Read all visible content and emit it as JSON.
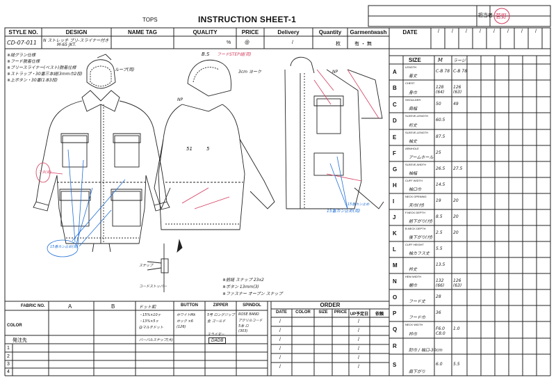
{
  "header": {
    "brand": "TOPS",
    "title": "INSTRUCTION SHEET-1",
    "tantousha": "担当者",
    "stamp": "菅野"
  },
  "style_row": {
    "headers": [
      "STYLE NO.",
      "DESIGN",
      "NAME TAG",
      "QUALITY",
      "PRICE",
      "Delivery",
      "Quantity",
      "Garmentwash"
    ],
    "style_no": "CD-07-011",
    "design_line1": "N ストレッチ ブリ-スライナー付き",
    "design_line2": "M-65 JKT.",
    "percent": "%",
    "at": "@",
    "slash": "/",
    "unit": "枚",
    "wash": "有 ・ 無",
    "date_label": "DATE",
    "date_slashes": [
      "/",
      "/",
      "/",
      "/",
      "/",
      "/",
      "/",
      "/"
    ]
  },
  "notes": [
    "※縫グラン仕様",
    "※フード脱着仕様",
    "※ブリースライナー(ベスト)脱着仕様",
    "※ストラップ・30番三本縫(3mm巾2段)",
    "※上ボタン・30番(1本3段)"
  ],
  "annotations": {
    "bs": "B.S",
    "hood_stitch": "フードSTEP縫(両)",
    "np_front": "NP",
    "np_back": "NP",
    "blue_note_front": "15番カン止め(両)",
    "red_note_front": "フタ(両)",
    "zip_note": "15番カン止め(両)",
    "side_label": "スナップ",
    "back_stitch": "3cm ヨーク",
    "detail_cable": "コードストッパー",
    "bottom_note1": "※前縫 スナップ 23x2",
    "bottom_note2": "※ボタン 13mm(3)",
    "bottom_note3": "※ファスナー オープン スナップ",
    "center_label_a": "51",
    "center_label_b": "5",
    "detail_blue_circle": "15番カン止め",
    "hood_note": "ループ(両)"
  },
  "size_table": {
    "size_label": "SIZE",
    "sizes": [
      "M",
      "ラージ"
    ],
    "rows": [
      {
        "letter": "A",
        "label": "LENGTH",
        "jp": "着丈",
        "values": [
          "C-B 78",
          "C-B 78"
        ]
      },
      {
        "letter": "B",
        "label": "CHEST",
        "jp": "身巾",
        "values": [
          "128 (64)",
          "126 (63)"
        ]
      },
      {
        "letter": "C",
        "label": "SHOULDER",
        "jp": "肩幅",
        "values": [
          "50",
          "49"
        ]
      },
      {
        "letter": "D",
        "label": "SLEEVE-LENGTH",
        "jp": "裄丈",
        "values": [
          "60.5",
          ""
        ]
      },
      {
        "letter": "E",
        "label": "SLEEVE-LENGTH",
        "jp": "袖丈",
        "values": [
          "87.5",
          ""
        ]
      },
      {
        "letter": "F",
        "label": "ARMHOLE",
        "jp": "アームホール",
        "values": [
          "25",
          ""
        ]
      },
      {
        "letter": "G",
        "label": "SLEEVE-WIDTH",
        "jp": "袖幅",
        "values": [
          "26.5",
          "27.5"
        ]
      },
      {
        "letter": "H",
        "label": "CUFF WIDTH",
        "jp": "袖口巾",
        "values": [
          "14.5",
          ""
        ]
      },
      {
        "letter": "I",
        "label": "NECK OPENING",
        "jp": "天巾(付)",
        "values": [
          "19",
          "20"
        ]
      },
      {
        "letter": "J",
        "label": "F.NECK DEPTH",
        "jp": "前下がり(付)",
        "values": [
          "8.5",
          "20"
        ]
      },
      {
        "letter": "K",
        "label": "B.NECK DEPTH",
        "jp": "後下がり(付)",
        "values": [
          "2.5",
          "20"
        ]
      },
      {
        "letter": "L",
        "label": "CUFF HEIGHT",
        "jp": "袖カフス丈",
        "values": [
          "5.5",
          ""
        ]
      },
      {
        "letter": "M",
        "label": "",
        "jp": "衿丈",
        "values": [
          "13.5",
          ""
        ]
      },
      {
        "letter": "N",
        "label": "HEM WIDTH",
        "jp": "裾巾",
        "values": [
          "132 (66)",
          "126 (63)"
        ]
      },
      {
        "letter": "O",
        "label": "",
        "jp": "フード丈",
        "values": [
          "28",
          ""
        ]
      },
      {
        "letter": "P",
        "label": "",
        "jp": "フード巾",
        "values": [
          "36",
          ""
        ]
      },
      {
        "letter": "Q",
        "label": "NECK WIDTH",
        "jp": "衿巾",
        "values": [
          "F6.0 C8.0",
          "1.0"
        ]
      },
      {
        "letter": "R",
        "label": "",
        "jp": "肘巾 / 袖口-30cm",
        "values": [
          "",
          ""
        ]
      },
      {
        "letter": "S",
        "label": "",
        "jp": "肩下がり",
        "values": [
          "6.0",
          "5.5"
        ]
      }
    ]
  },
  "bottom_table": {
    "fabric_no": "FABRIC NO.",
    "col_a": "A",
    "col_b": "B",
    "color": "COLOR",
    "hacchusaki": "発注先",
    "rows": [
      "1",
      "2",
      "3",
      "4"
    ],
    "cuff_label": "ドット釦",
    "cuff_lines": [
      "・15%×10ヶ",
      "・13%×5ヶ",
      "@マルチドット"
    ],
    "button_label": "BUTTON",
    "button_lines": [
      "ホワイトMk",
      "ホック ×6",
      "(126)"
    ],
    "zipper_label": "ZIPPER",
    "zipper_lines": [
      "5号 ロングジップ",
      "金 ゴールド"
    ],
    "zipper_sub": "スライダー",
    "zipper_box": "DADB",
    "spindol_label": "SPINDOL",
    "spindol_lines": [
      "ROSE BAND",
      "アクリルコード",
      "5本 ロ",
      "(303)"
    ],
    "multi": "バーバルスナップ(大)",
    "order_label": "ORDER",
    "order_headers": [
      "DATE",
      "COLOR",
      "SIZE",
      "PRICE",
      "UP予定日",
      "依頼"
    ],
    "order_rows": [
      "/",
      "/",
      "/",
      "/",
      "/",
      "/"
    ],
    "order_rows_right": [
      "/",
      "/",
      "/",
      "/",
      "/",
      "/"
    ]
  }
}
